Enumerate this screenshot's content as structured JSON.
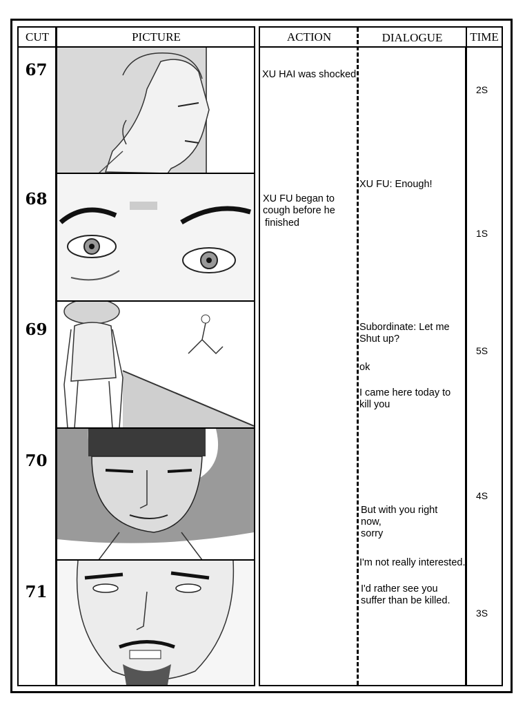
{
  "headers": {
    "cut": "CUT",
    "picture": "PICTURE",
    "action": "ACTION",
    "dialogue": "DIALOGUE",
    "time": "TIME"
  },
  "cuts": [
    {
      "number": "67",
      "time": "2S",
      "action": "XU HAI was shocked",
      "picture_icon": "boy-profile-sketch"
    },
    {
      "number": "68",
      "time": "1S",
      "action": "XU FU began to cough before he finished",
      "picture_icon": "eyes-closeup-sketch"
    },
    {
      "number": "69",
      "time": "5S",
      "action": "",
      "picture_icon": "man-back-view-sketch"
    },
    {
      "number": "70",
      "time": "4S",
      "action": "",
      "picture_icon": "man-hat-face-sketch"
    },
    {
      "number": "71",
      "time": "3S",
      "action": "",
      "picture_icon": "bearded-face-sketch"
    }
  ],
  "action_lines": {
    "c68_l1": "XU FU began to",
    "c68_l2": "cough before he",
    "c68_l3": "finished"
  },
  "dialogue": {
    "d1": "XU FU: Enough!",
    "d2_l1": "Subordinate: Let me",
    "d2_l2": "Shut up?",
    "d3": "ok",
    "d4_l1": "I came here today to",
    "d4_l2": "kill you",
    "d5_l1": "But with you right",
    "d5_l2": "now,",
    "d5_l3": "sorry",
    "d6": "I'm not really interested.",
    "d7_l1": "I'd rather see you",
    "d7_l2": "suffer than be killed."
  }
}
